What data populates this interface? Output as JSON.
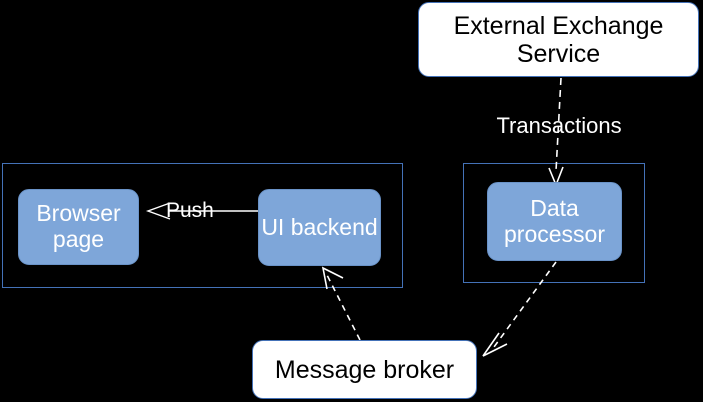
{
  "diagram": {
    "type": "architecture-flow",
    "background_color": "#000000",
    "accent_color": "#7EA6D9",
    "border_color": "#4472B8",
    "nodes": [
      {
        "id": "external",
        "label": "External Exchange Service",
        "style": "white-rounded"
      },
      {
        "id": "dataproc",
        "label": "Data processor",
        "style": "blue-rounded"
      },
      {
        "id": "uibackend",
        "label": "UI backend",
        "style": "blue-rounded"
      },
      {
        "id": "browser",
        "label": "Browser page",
        "style": "blue-rounded"
      },
      {
        "id": "broker",
        "label": "Message broker",
        "style": "white-rounded"
      }
    ],
    "groups": [
      {
        "id": "group-left",
        "label": ""
      },
      {
        "id": "group-right",
        "label": ""
      }
    ],
    "edges": [
      {
        "from": "external",
        "to": "dataproc",
        "label": "Transactions",
        "style": "dashed",
        "arrow": "open"
      },
      {
        "from": "uibackend",
        "to": "browser",
        "label": "Push",
        "style": "solid",
        "arrow": "open"
      },
      {
        "from": "broker",
        "to": "uibackend",
        "label": "",
        "style": "dashed",
        "arrow": "open"
      },
      {
        "from": "dataproc",
        "to": "broker",
        "label": "",
        "style": "dashed",
        "arrow": "open"
      }
    ]
  },
  "labels": {
    "external": "External Exchange Service",
    "data_processor": "Data processor",
    "ui_backend": "UI backend",
    "browser_page": "Browser page",
    "message_broker": "Message broker",
    "transactions": "Transactions",
    "push": "Push"
  }
}
